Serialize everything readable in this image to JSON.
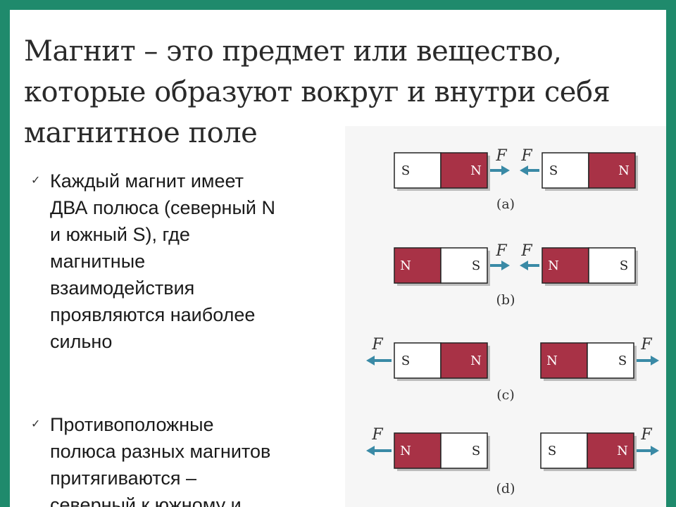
{
  "title": {
    "lines": [
      "Магнит – это предмет или вещество,",
      "которые образуют вокруг и внутри себя",
      "магнитное поле"
    ]
  },
  "bullets": [
    {
      "marker": "✓",
      "lines": [
        "Каждый магнит имеет",
        "ДВА полюса (северный N",
        "и южный S), где",
        "магнитные",
        "взаимодействия",
        "проявляются наиболее",
        "сильно"
      ]
    },
    {
      "marker": "✓",
      "lines": [
        "Противоположные",
        "полюса разных магнитов",
        "притягиваются –",
        "северный к южному и"
      ]
    }
  ],
  "figure": {
    "force_label": "F",
    "colors": {
      "north": "#a83246",
      "south": "#ffffff",
      "arrow": "#3a8aa6",
      "border": "#222222"
    },
    "rows": [
      {
        "caption": "(a)",
        "left_magnet": [
          "S",
          "N"
        ],
        "right_magnet": [
          "S",
          "N"
        ],
        "force": "attract"
      },
      {
        "caption": "(b)",
        "left_magnet": [
          "N",
          "S"
        ],
        "right_magnet": [
          "N",
          "S"
        ],
        "force": "attract"
      },
      {
        "caption": "(c)",
        "left_magnet": [
          "S",
          "N"
        ],
        "right_magnet": [
          "N",
          "S"
        ],
        "force": "repel"
      },
      {
        "caption": "(d)",
        "left_magnet": [
          "N",
          "S"
        ],
        "right_magnet": [
          "S",
          "N"
        ],
        "force": "repel"
      }
    ]
  }
}
